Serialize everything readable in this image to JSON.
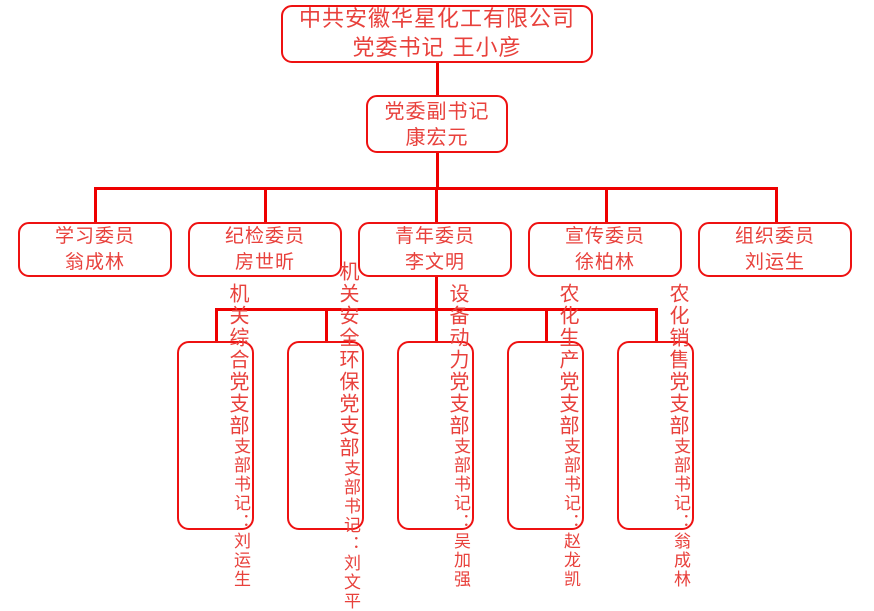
{
  "chart": {
    "title": "中共安徽华星化工有限公司党委组织结构图",
    "accent_border_color": "#ee1111",
    "accent_text_color": "#e8413c",
    "background_color": "#ffffff",
    "levels": {
      "l1": {
        "org_name": "中共安徽华星化工有限公司",
        "role_and_person": "党委书记 王小彦",
        "text": "中共安徽华星化工有限公司\n党委书记 王小彦"
      },
      "l2": {
        "role": "党委副书记",
        "person": "康宏元",
        "text": "党委副书记\n康宏元"
      },
      "l3": [
        {
          "role": "学习委员",
          "person": "翁成林",
          "text": "学习委员\n翁成林"
        },
        {
          "role": "纪检委员",
          "person": "房世昕",
          "text": "纪检委员\n房世昕"
        },
        {
          "role": "青年委员",
          "person": "李文明",
          "text": "青年委员\n李文明"
        },
        {
          "role": "宣传委员",
          "person": "徐柏林",
          "text": "宣传委员\n徐柏林"
        },
        {
          "role": "组织委员",
          "person": "刘运生",
          "text": "组织委员\n刘运生"
        }
      ],
      "l4": [
        {
          "branch": "机关综合党支部",
          "secretary": "支部书记：刘运生"
        },
        {
          "branch": "机关安全环保党支部",
          "secretary": "支部书记：刘文平"
        },
        {
          "branch": "设备动力党支部",
          "secretary": "支部书记：吴加强"
        },
        {
          "branch": "农化生产党支部",
          "secretary": "支部书记：赵龙凯"
        },
        {
          "branch": "农化销售党支部",
          "secretary": "支部书记：翁成林"
        }
      ]
    }
  }
}
